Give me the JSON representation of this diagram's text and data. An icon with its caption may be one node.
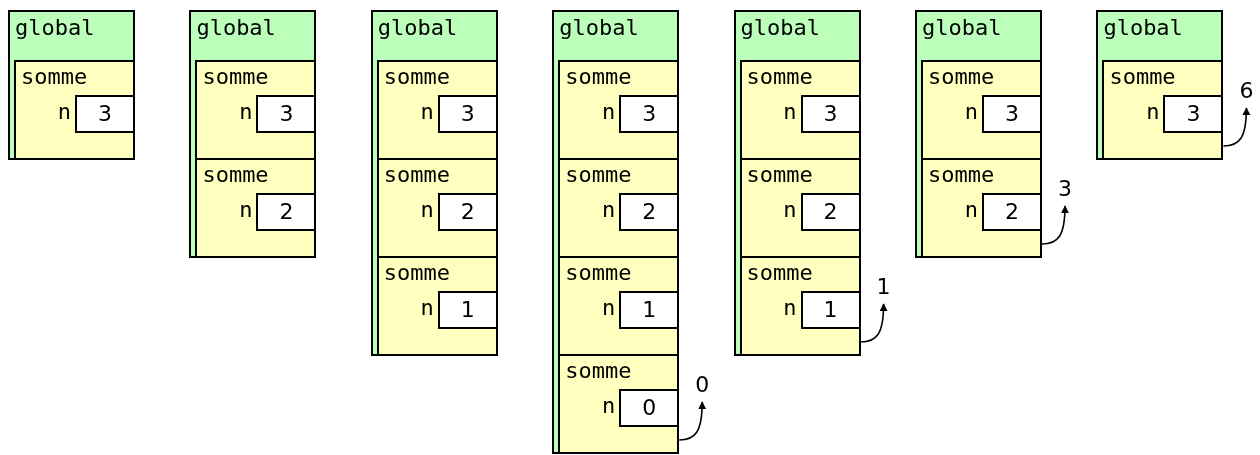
{
  "diagram": {
    "nodes": [
      {
        "text": [
          "global"
        ]
      },
      {
        "text": [
          "somme"
        ],
        "in": 0
      },
      {
        "text": [
          "3"
        ],
        "in": 1,
        "beside": [
          "n"
        ]
      },
      {
        "text": [
          "global"
        ]
      },
      {
        "text": [
          "somme"
        ],
        "in": 3
      },
      {
        "text": [
          "3"
        ],
        "in": 4,
        "beside": [
          "n"
        ]
      },
      {
        "text": [
          "somme"
        ],
        "in": 3
      },
      {
        "text": [
          "2"
        ],
        "in": 6,
        "beside": [
          "n"
        ]
      },
      {
        "text": [
          "global"
        ]
      },
      {
        "text": [
          "somme"
        ],
        "in": 8
      },
      {
        "text": [
          "3"
        ],
        "in": 9,
        "beside": [
          "n"
        ]
      },
      {
        "text": [
          "somme"
        ],
        "in": 8
      },
      {
        "text": [
          "2"
        ],
        "in": 11,
        "beside": [
          "n"
        ]
      },
      {
        "text": [
          "somme"
        ],
        "in": 8
      },
      {
        "text": [
          "1"
        ],
        "in": 13,
        "beside": [
          "n"
        ]
      },
      {
        "text": [
          "global"
        ]
      },
      {
        "text": [
          "somme"
        ],
        "in": 15
      },
      {
        "text": [
          "3"
        ],
        "in": 16,
        "beside": [
          "n"
        ]
      },
      {
        "text": [
          "somme"
        ],
        "in": 15
      },
      {
        "text": [
          "2"
        ],
        "in": 18,
        "beside": [
          "n"
        ]
      },
      {
        "text": [
          "somme"
        ],
        "in": 15
      },
      {
        "text": [
          "1"
        ],
        "in": 20,
        "beside": [
          "n"
        ]
      },
      {
        "text": [
          "somme"
        ],
        "in": 15
      },
      {
        "text": [
          "0"
        ],
        "in": 22,
        "beside": [
          "n"
        ]
      },
      {
        "text": [
          "0"
        ]
      },
      {
        "text": [
          "global"
        ]
      },
      {
        "text": [
          "somme"
        ],
        "in": 25
      },
      {
        "text": [
          "3"
        ],
        "in": 26,
        "beside": [
          "n"
        ]
      },
      {
        "text": [
          "somme"
        ],
        "in": 25
      },
      {
        "text": [
          "2"
        ],
        "in": 28,
        "beside": [
          "n"
        ]
      },
      {
        "text": [
          "somme"
        ],
        "in": 25
      },
      {
        "text": [
          "1"
        ],
        "in": 30,
        "beside": [
          "n"
        ]
      },
      {
        "text": [
          "1"
        ]
      },
      {
        "text": [
          "global"
        ]
      },
      {
        "text": [
          "somme"
        ],
        "in": 33
      },
      {
        "text": [
          "3"
        ],
        "in": 34,
        "beside": [
          "n"
        ]
      },
      {
        "text": [
          "somme"
        ],
        "in": 33
      },
      {
        "text": [
          "2"
        ],
        "in": 36,
        "beside": [
          "n"
        ]
      },
      {
        "text": [
          "3"
        ]
      },
      {
        "text": [
          "global"
        ]
      },
      {
        "text": [
          "somme"
        ],
        "in": 39
      },
      {
        "text": [
          "3"
        ],
        "in": 40,
        "beside": [
          "n"
        ]
      },
      {
        "text": [
          "6"
        ]
      }
    ],
    "edges": [
      {
        "from": 22,
        "to": 24,
        "arrow": "to"
      },
      {
        "from": 30,
        "to": 32,
        "arrow": "to"
      },
      {
        "from": 36,
        "to": 38,
        "arrow": "to"
      },
      {
        "from": 40,
        "to": 42,
        "arrow": "to"
      }
    ]
  }
}
